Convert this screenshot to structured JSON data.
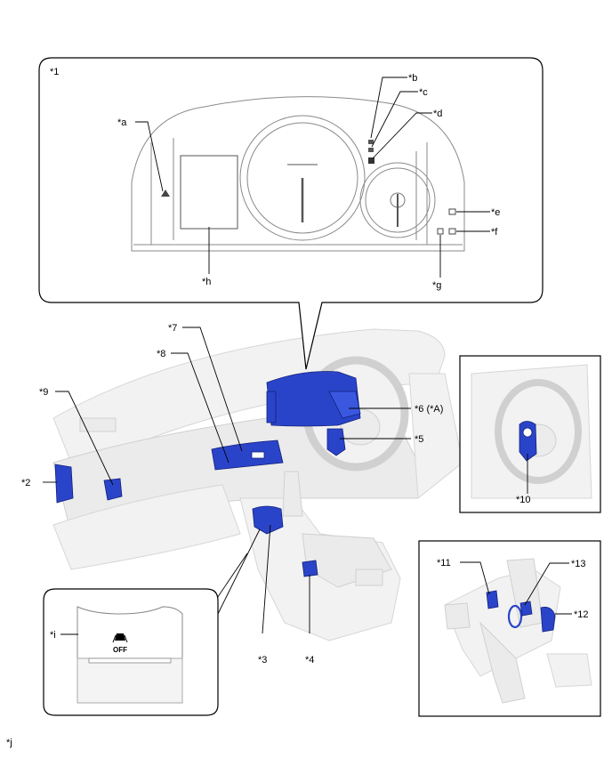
{
  "labels": {
    "l1": "*1",
    "la": "*a",
    "lb": "*b",
    "lc": "*c",
    "ld": "*d",
    "le": "*e",
    "lf": "*f",
    "lg": "*g",
    "lh": "*h",
    "l7": "*7",
    "l8": "*8",
    "l9": "*9",
    "l2": "*2",
    "l6": "*6 (*A)",
    "l5": "*5",
    "l3": "*3",
    "l4": "*4",
    "li": "*i",
    "l10": "*10",
    "l11": "*11",
    "l12": "*12",
    "l13": "*13",
    "lj": "*j",
    "off_text": "OFF"
  },
  "colors": {
    "highlight_blue": "#2a44c9",
    "ghost_gray": "#f2f2f2",
    "line_gray": "#8a8a8a"
  }
}
